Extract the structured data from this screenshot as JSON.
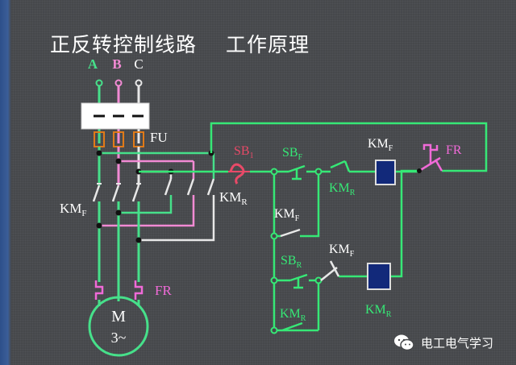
{
  "title": {
    "main": "正反转控制线路",
    "sub": "工作原理"
  },
  "phases": [
    "A",
    "B",
    "C"
  ],
  "labels": {
    "fuse": "FU",
    "main_contact_f": "KM",
    "main_contact_f_sub": "F",
    "main_contact_r": "KM",
    "main_contact_r_sub": "R",
    "stop_button": "SB",
    "stop_button_sub": "1",
    "fwd_button": "SB",
    "fwd_button_sub": "F",
    "rev_button": "SB",
    "rev_button_sub": "R",
    "interlock_r": "KM",
    "interlock_r_sub": "R",
    "selfhold_f": "KM",
    "selfhold_f_sub": "F",
    "interlock_f": "KM",
    "interlock_f_sub": "F",
    "selfhold_r": "KM",
    "selfhold_r_sub": "R",
    "coil_f": "KM",
    "coil_f_sub": "F",
    "coil_r": "KM",
    "coil_r_sub": "R",
    "overload_relay": "FR",
    "overload_contact": "FR",
    "motor_m": "M",
    "motor_phase": "3~"
  },
  "colors": {
    "background": "#46484b",
    "wire_a": "#46e08a",
    "wire_b": "#f28ad4",
    "wire_c": "#e8e8e8",
    "control_wire": "#36e876",
    "stop_button": "#e84a68",
    "coil": "#12297a",
    "overload": "#f06ad8"
  },
  "watermark": {
    "icon": "wechat-icon",
    "text": "电工电气学习"
  }
}
